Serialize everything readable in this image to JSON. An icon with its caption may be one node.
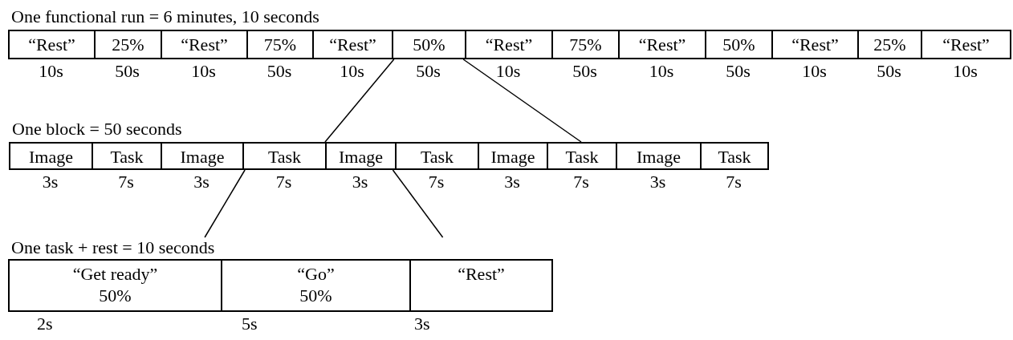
{
  "diagram": {
    "nodes": [
      {
        "text": [
          "One functional run = 6 minutes, 10 seconds"
        ]
      },
      {
        "text": [
          "“Rest”"
        ],
        "in": 0,
        "beside": [
          "10s"
        ]
      },
      {
        "text": [
          "25%"
        ],
        "in": 0,
        "beside": [
          "50s"
        ]
      },
      {
        "text": [
          "“Rest”"
        ],
        "in": 0,
        "beside": [
          "10s"
        ]
      },
      {
        "text": [
          "75%"
        ],
        "in": 0,
        "beside": [
          "50s"
        ]
      },
      {
        "text": [
          "“Rest”"
        ],
        "in": 0,
        "beside": [
          "10s"
        ]
      },
      {
        "text": [
          "50%"
        ],
        "in": 0,
        "beside": [
          "50s"
        ]
      },
      {
        "text": [
          "“Rest”"
        ],
        "in": 0,
        "beside": [
          "10s"
        ]
      },
      {
        "text": [
          "75%"
        ],
        "in": 0,
        "beside": [
          "50s"
        ]
      },
      {
        "text": [
          "“Rest”"
        ],
        "in": 0,
        "beside": [
          "10s"
        ]
      },
      {
        "text": [
          "50%"
        ],
        "in": 0,
        "beside": [
          "50s"
        ]
      },
      {
        "text": [
          "“Rest”"
        ],
        "in": 0,
        "beside": [
          "10s"
        ]
      },
      {
        "text": [
          "25%"
        ],
        "in": 0,
        "beside": [
          "50s"
        ]
      },
      {
        "text": [
          "“Rest”"
        ],
        "in": 0,
        "beside": [
          "10s"
        ]
      },
      {
        "text": [
          "One block = 50 seconds"
        ]
      },
      {
        "text": [
          "Image"
        ],
        "in": 14,
        "beside": [
          "3s"
        ]
      },
      {
        "text": [
          "Task"
        ],
        "in": 14,
        "beside": [
          "7s"
        ]
      },
      {
        "text": [
          "Image"
        ],
        "in": 14,
        "beside": [
          "3s"
        ]
      },
      {
        "text": [
          "Task"
        ],
        "in": 14,
        "beside": [
          "7s"
        ]
      },
      {
        "text": [
          "Image"
        ],
        "in": 14,
        "beside": [
          "3s"
        ]
      },
      {
        "text": [
          "Task"
        ],
        "in": 14,
        "beside": [
          "7s"
        ]
      },
      {
        "text": [
          "Image"
        ],
        "in": 14,
        "beside": [
          "3s"
        ]
      },
      {
        "text": [
          "Task"
        ],
        "in": 14,
        "beside": [
          "7s"
        ]
      },
      {
        "text": [
          "Image"
        ],
        "in": 14,
        "beside": [
          "3s"
        ]
      },
      {
        "text": [
          "Task"
        ],
        "in": 14,
        "beside": [
          "7s"
        ]
      },
      {
        "text": [
          "One task + rest = 10 seconds"
        ]
      },
      {
        "text": [
          "“Get ready”",
          "50%"
        ],
        "in": 25,
        "beside": [
          "2s"
        ]
      },
      {
        "text": [
          "“Go”",
          "50%"
        ],
        "in": 25,
        "beside": [
          "5s"
        ]
      },
      {
        "text": [
          "“Rest”"
        ],
        "in": 25,
        "beside": [
          "3s"
        ]
      }
    ],
    "edges": [
      {
        "from": 6,
        "to": 19,
        "arrow": "none"
      },
      {
        "from": 6,
        "to": 22,
        "arrow": "none"
      },
      {
        "from": 18,
        "to": 25,
        "arrow": "none"
      },
      {
        "from": 19,
        "to": 25,
        "arrow": "none"
      }
    ]
  }
}
